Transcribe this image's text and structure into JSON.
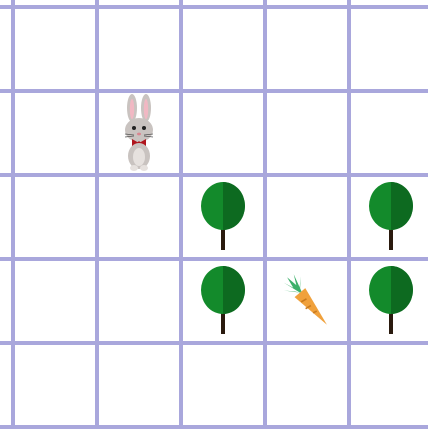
{
  "board": {
    "rows": 5,
    "cols": 5,
    "grid_color": "#a9a7dc",
    "background": "#ffffff",
    "cells": [
      {
        "row": 1,
        "col": 1,
        "item": "bunny"
      },
      {
        "row": 2,
        "col": 2,
        "item": "tree"
      },
      {
        "row": 2,
        "col": 4,
        "item": "tree"
      },
      {
        "row": 3,
        "col": 2,
        "item": "tree"
      },
      {
        "row": 3,
        "col": 3,
        "item": "carrot"
      },
      {
        "row": 3,
        "col": 4,
        "item": "tree"
      }
    ]
  },
  "icons": {
    "bunny": "bunny-icon",
    "tree": "tree-icon",
    "carrot": "carrot-icon"
  },
  "colors": {
    "tree_canopy": "#138a2b",
    "tree_canopy_dark": "#0d6a20",
    "tree_trunk": "#2a1a0e",
    "carrot_body": "#f0a13c",
    "carrot_leaves": "#3db06a",
    "bunny_fur": "#c9c3c0",
    "bunny_inner_ear": "#f1b8c3",
    "bunny_bowtie": "#b0151d"
  }
}
